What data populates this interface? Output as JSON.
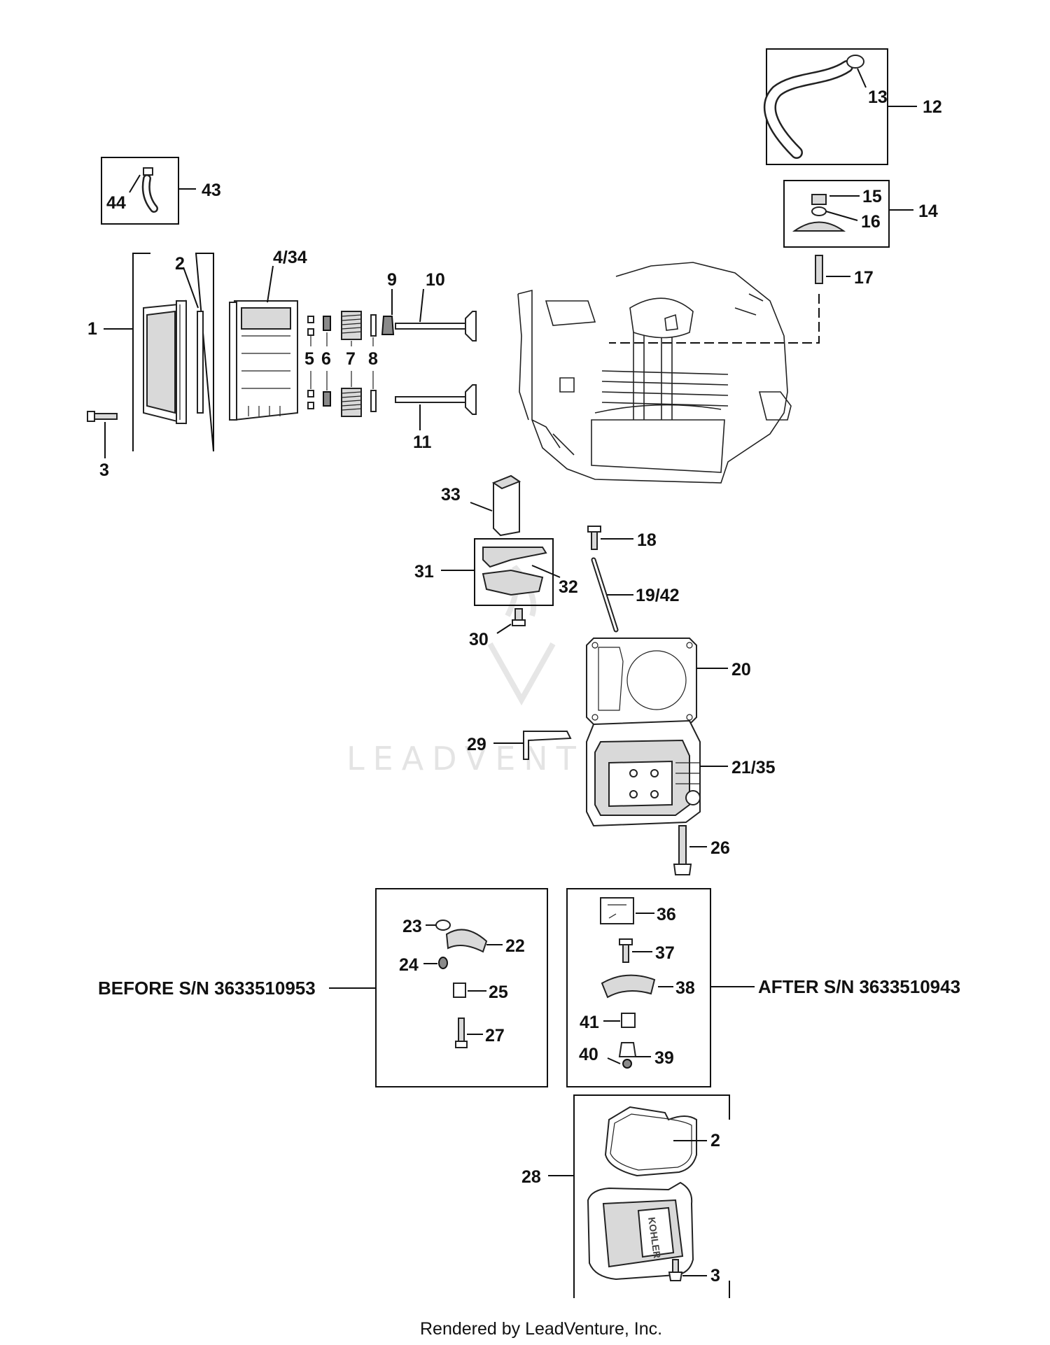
{
  "diagram": {
    "callouts": {
      "c1": "1",
      "c2_top": "2",
      "c3_left": "3",
      "c4_34": "4/34",
      "c5": "5",
      "c6": "6",
      "c7": "7",
      "c8": "8",
      "c9": "9",
      "c10": "10",
      "c11": "11",
      "c12": "12",
      "c13": "13",
      "c14": "14",
      "c15": "15",
      "c16": "16",
      "c17": "17",
      "c18": "18",
      "c19_42": "19/42",
      "c20": "20",
      "c21_35": "21/35",
      "c22": "22",
      "c23": "23",
      "c24": "24",
      "c25": "25",
      "c26": "26",
      "c27": "27",
      "c28": "28",
      "c29": "29",
      "c30": "30",
      "c31": "31",
      "c32": "32",
      "c33": "33",
      "c36": "36",
      "c37": "37",
      "c38": "38",
      "c39": "39",
      "c40": "40",
      "c41": "41",
      "c43": "43",
      "c44": "44",
      "c2_bottom": "2",
      "c3_bottom": "3"
    },
    "before_sn": "BEFORE S/N 3633510953",
    "after_sn": "AFTER S/N 3633510943",
    "valve_cover_branding": "KOHLER",
    "watermark": "LEADVENTURE",
    "footer": "Rendered by LeadVenture, Inc."
  }
}
